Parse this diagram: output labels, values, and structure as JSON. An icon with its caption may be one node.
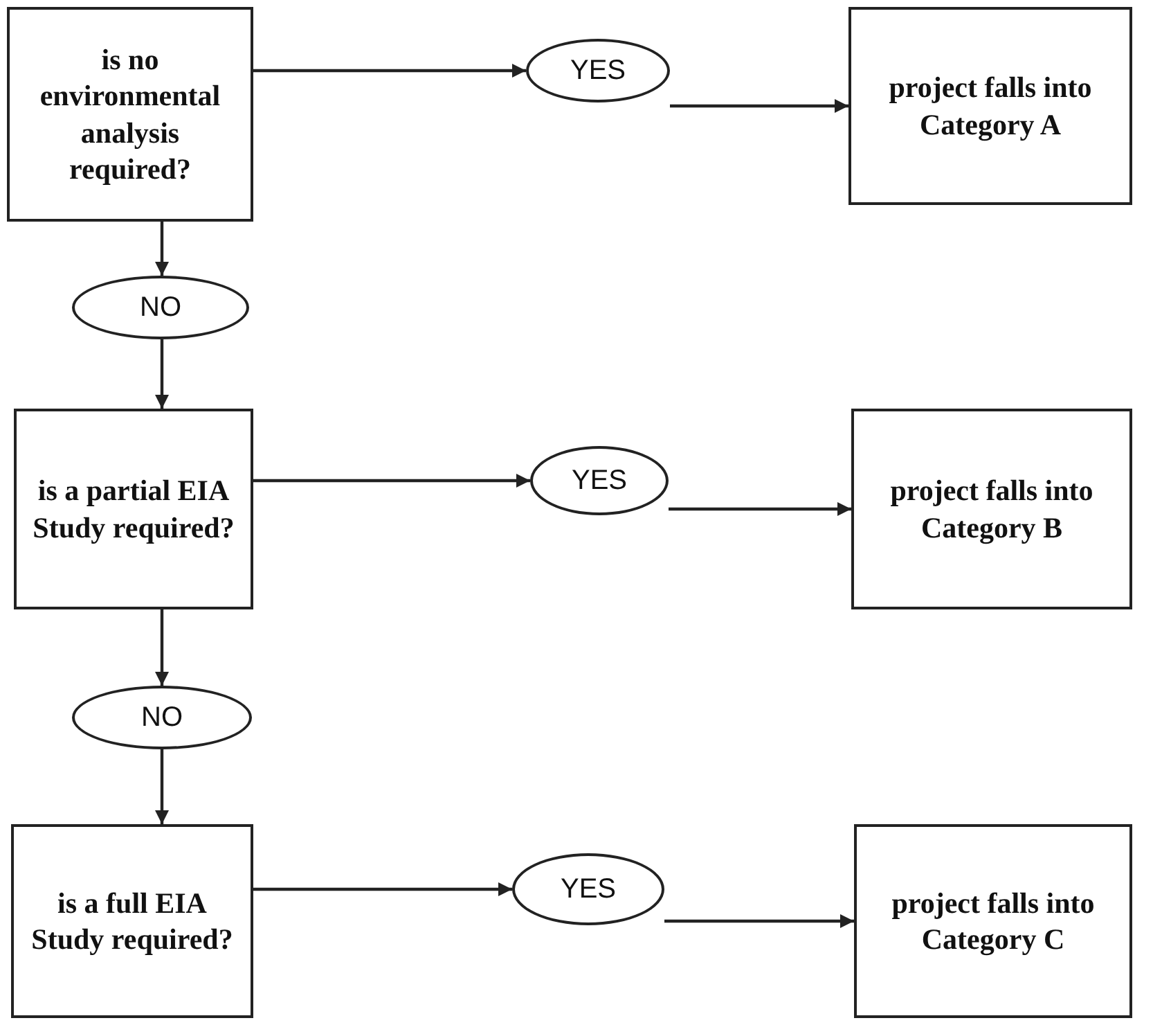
{
  "diagram": {
    "nodes": [
      {
        "text": [
          "is no environmental analysis required?"
        ]
      },
      {
        "text": [
          "YES"
        ]
      },
      {
        "text": [
          "project falls into Category A"
        ]
      },
      {
        "text": [
          "NO"
        ]
      },
      {
        "text": [
          "is a partial EIA Study required?"
        ]
      },
      {
        "text": [
          "YES"
        ]
      },
      {
        "text": [
          "project falls into Category B"
        ]
      },
      {
        "text": [
          "NO"
        ]
      },
      {
        "text": [
          "is a full EIA Study required?"
        ]
      },
      {
        "text": [
          "YES"
        ]
      },
      {
        "text": [
          "project falls into Category C"
        ]
      }
    ],
    "edges": [
      {
        "from": 0,
        "to": 1,
        "arrow": "to"
      },
      {
        "from": 1,
        "to": 2,
        "arrow": "to"
      },
      {
        "from": 0,
        "to": 3,
        "arrow": "to"
      },
      {
        "from": 3,
        "to": 4,
        "arrow": "to"
      },
      {
        "from": 4,
        "to": 5,
        "arrow": "to"
      },
      {
        "from": 5,
        "to": 6,
        "arrow": "to"
      },
      {
        "from": 4,
        "to": 7,
        "arrow": "to"
      },
      {
        "from": 7,
        "to": 8,
        "arrow": "to"
      },
      {
        "from": 8,
        "to": 9,
        "arrow": "to"
      },
      {
        "from": 9,
        "to": 10,
        "arrow": "to"
      }
    ]
  }
}
